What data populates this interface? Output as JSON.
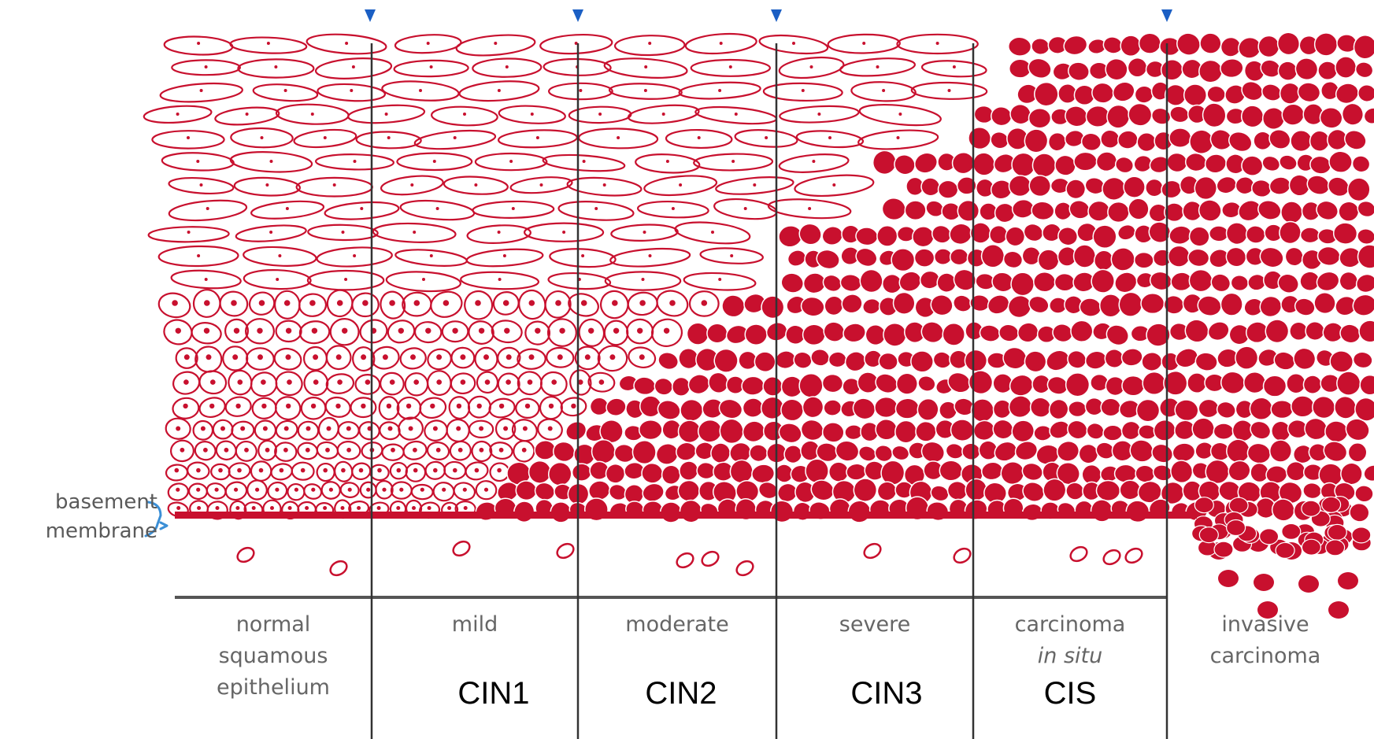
{
  "colors": {
    "cell": "#c8102e",
    "cell_fill_light": "#ffffff",
    "membrane_arrow": "#3b8fd6",
    "marker": "#1b5fc4",
    "divider": "#333333",
    "stage_text": "#666666",
    "cin_text": "#000000"
  },
  "icons": {
    "boundary_marker": "down-triangle-marker-icon",
    "membrane_pointer": "right-arrow-icon"
  },
  "basement_membrane": {
    "line1": "basement",
    "line2": "membrane"
  },
  "stages": [
    {
      "lines": [
        "normal",
        "squamous",
        "epithelium"
      ],
      "cin": ""
    },
    {
      "lines": [
        "mild"
      ],
      "cin": "CIN1"
    },
    {
      "lines": [
        "moderate"
      ],
      "cin": "CIN2"
    },
    {
      "lines": [
        "severe"
      ],
      "cin": "CIN3"
    },
    {
      "lines": [
        "carcinoma",
        "in situ"
      ],
      "cin": "CIS"
    },
    {
      "lines": [
        "invasive",
        "carcinoma"
      ],
      "cin": ""
    }
  ]
}
